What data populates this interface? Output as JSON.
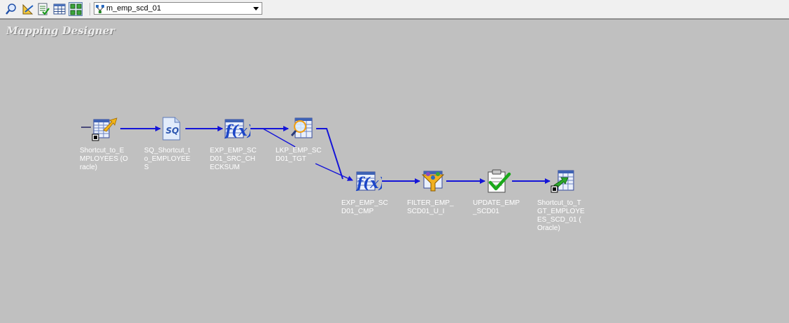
{
  "toolbar": {
    "buttons": [
      {
        "name": "arrange-icon"
      },
      {
        "name": "propagate-icon"
      },
      {
        "name": "validate-icon"
      },
      {
        "name": "table-view-icon"
      },
      {
        "name": "iconize-icon"
      }
    ],
    "mapping_select": {
      "value": "m_emp_scd_01",
      "icon": "mapping-icon"
    }
  },
  "workspace": {
    "title": "Mapping Designer"
  },
  "transformations": {
    "source": {
      "label": "Shortcut_to_E\nMPLOYEES (O\nracle)",
      "icon": "source-definition-icon"
    },
    "source_qualifier": {
      "label": "SQ_Shortcut_t\no_EMPLOYEE\nS",
      "icon": "source-qualifier-icon"
    },
    "exp_src_checksum": {
      "label": "EXP_EMP_SC\nD01_SRC_CH\nECKSUM",
      "icon": "expression-icon"
    },
    "lookup": {
      "label": "LKP_EMP_SC\nD01_TGT",
      "icon": "lookup-icon"
    },
    "exp_cmp": {
      "label": "EXP_EMP_SC\nD01_CMP",
      "icon": "expression-icon"
    },
    "filter": {
      "label": "FILTER_EMP_\nSCD01_U_I",
      "icon": "filter-icon"
    },
    "update": {
      "label": "UPDATE_EMP\n_SCD01",
      "icon": "update-strategy-icon"
    },
    "target": {
      "label": "Shortcut_to_T\nGT_EMPLOYE\nES_SCD_01 (\nOracle)",
      "icon": "target-definition-icon"
    }
  },
  "colors": {
    "workspace_bg": "#c0c0c0",
    "link": "#1414d8",
    "label": "#ffffff"
  }
}
